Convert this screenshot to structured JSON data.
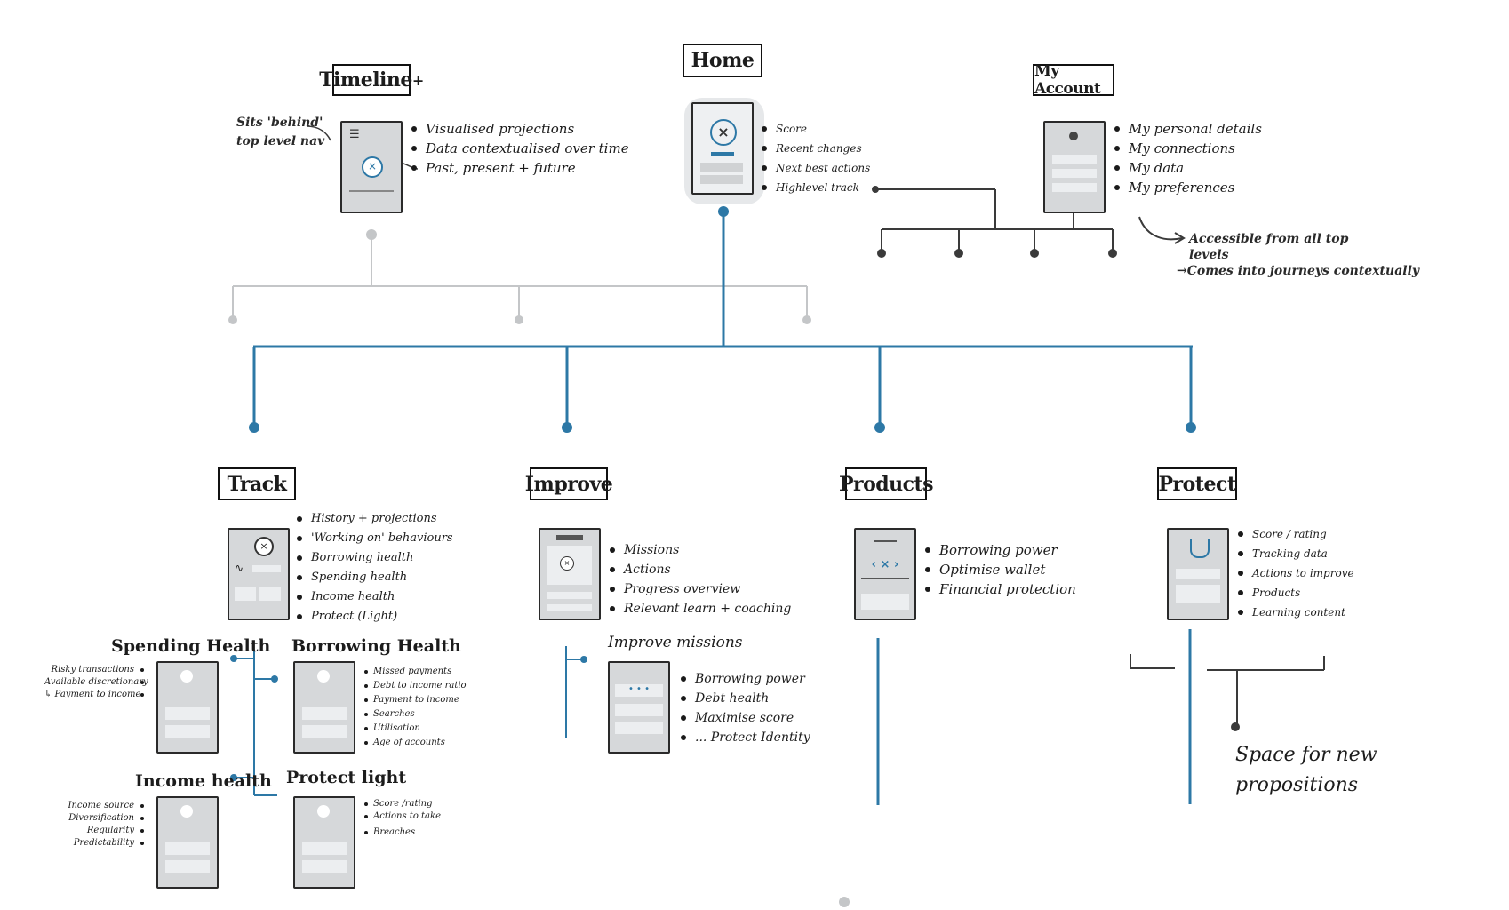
{
  "colors": {
    "accent": "#2d78a6",
    "ink": "#1c1c1c",
    "muted": "#c4c6c8",
    "phone_fill": "#d6d8da"
  },
  "top": {
    "home": {
      "title": "Home",
      "items": [
        "Score",
        "Recent changes",
        "Next best actions",
        "Highlevel track"
      ]
    },
    "timeline": {
      "title": "Timeline",
      "plus": "+",
      "note_line1": "Sits 'behind'",
      "note_line2": "top level nav",
      "items": [
        "Visualised projections",
        "Data contextualised over time",
        "Past, present + future"
      ]
    },
    "my_account": {
      "title": "My Account",
      "items": [
        "My personal details",
        "My connections",
        "My data",
        "My preferences"
      ],
      "note_line1": "Accessible from all top",
      "note_line2": "levels",
      "note_line3": "→Comes into journeys contextually"
    }
  },
  "sections": {
    "track": {
      "title": "Track",
      "items": [
        "History + projections",
        "'Working on' behaviours",
        "Borrowing health",
        "Spending health",
        "Income health",
        "Protect (Light)"
      ],
      "spending": {
        "title": "Spending Health",
        "notes": [
          "Risky transactions",
          "Available discretionary",
          "↳ Payment to income"
        ]
      },
      "borrowing": {
        "title": "Borrowing Health",
        "notes": [
          "Missed payments",
          "Debt to income ratio",
          "Payment to income",
          "Searches",
          "Utilisation",
          "Age of accounts"
        ]
      },
      "income": {
        "title": "Income health",
        "notes": [
          "Income source",
          "Diversification",
          "Regularity",
          "Predictability"
        ]
      },
      "protect_light": {
        "title": "Protect light",
        "notes": [
          "Score /rating",
          "Actions to take",
          "Breaches"
        ]
      }
    },
    "improve": {
      "title": "Improve",
      "items": [
        "Missions",
        "Actions",
        "Progress overview",
        "Relevant learn + coaching"
      ],
      "missions": {
        "title": "Improve missions",
        "items": [
          "Borrowing power",
          "Debt health",
          "Maximise score",
          "... Protect Identity"
        ]
      }
    },
    "products": {
      "title": "Products",
      "items": [
        "Borrowing power",
        "Optimise wallet",
        "Financial protection"
      ]
    },
    "protect": {
      "title": "Protect",
      "items": [
        "Score / rating",
        "Tracking data",
        "Actions to improve",
        "Products",
        "Learning content"
      ],
      "space_line1": "Space for new",
      "space_line2": "propositions"
    }
  }
}
